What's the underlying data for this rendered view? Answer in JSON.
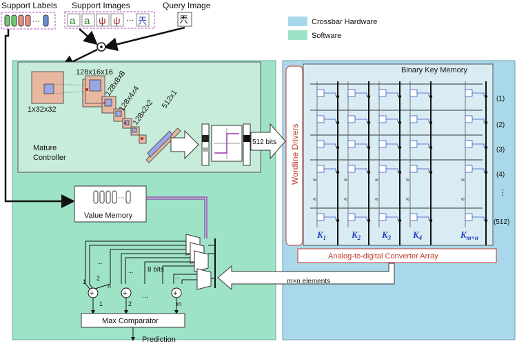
{
  "legend": {
    "hardware_label": "Crossbar Hardware",
    "software_label": "Software",
    "hardware_color": "#a9d8ea",
    "software_color": "#9fe3c7"
  },
  "inputs": {
    "support_labels_title": "Support Labels",
    "support_images_title": "Support Images",
    "query_image_title": "Query Image",
    "support_glyphs": [
      "a",
      "a",
      "ψ",
      "ψ",
      "⋯",
      "兲"
    ],
    "query_glyph": "兲",
    "label_dots": "⋯",
    "combine_symbol": "⊙"
  },
  "controller": {
    "title_line1": "Mature",
    "title_line2": "Controller",
    "sizes": [
      "1x32x32",
      "128x16x16",
      "128x8x8",
      "128x4x4",
      "128x2x2",
      "512x1"
    ],
    "bits_label": "512 bits"
  },
  "value_memory": {
    "label": "Value Memory"
  },
  "crossbar": {
    "title": "Binary Key Memory",
    "wordline_label": "Wordline Drivers",
    "row_labels": [
      "(1)",
      "(2)",
      "(3)",
      "(4)",
      "⋮",
      "(512)"
    ],
    "key_labels": [
      {
        "base": "K",
        "sub": "1"
      },
      {
        "base": "K",
        "sub": "2"
      },
      {
        "base": "K",
        "sub": "3"
      },
      {
        "base": "K",
        "sub": "4"
      },
      {
        "base": "K",
        "sub": "m×n"
      }
    ],
    "adc_label": "Analog-to-digital Converter Array",
    "elements_label": "m×n elements"
  },
  "aggregation": {
    "bits_label": "8 bits",
    "input_labels": [
      "1",
      "2",
      "n"
    ],
    "sum_labels": [
      "1",
      "2",
      "m"
    ],
    "dots": "...",
    "comparator_label": "Max Comparator",
    "output_label": "Prediction"
  }
}
